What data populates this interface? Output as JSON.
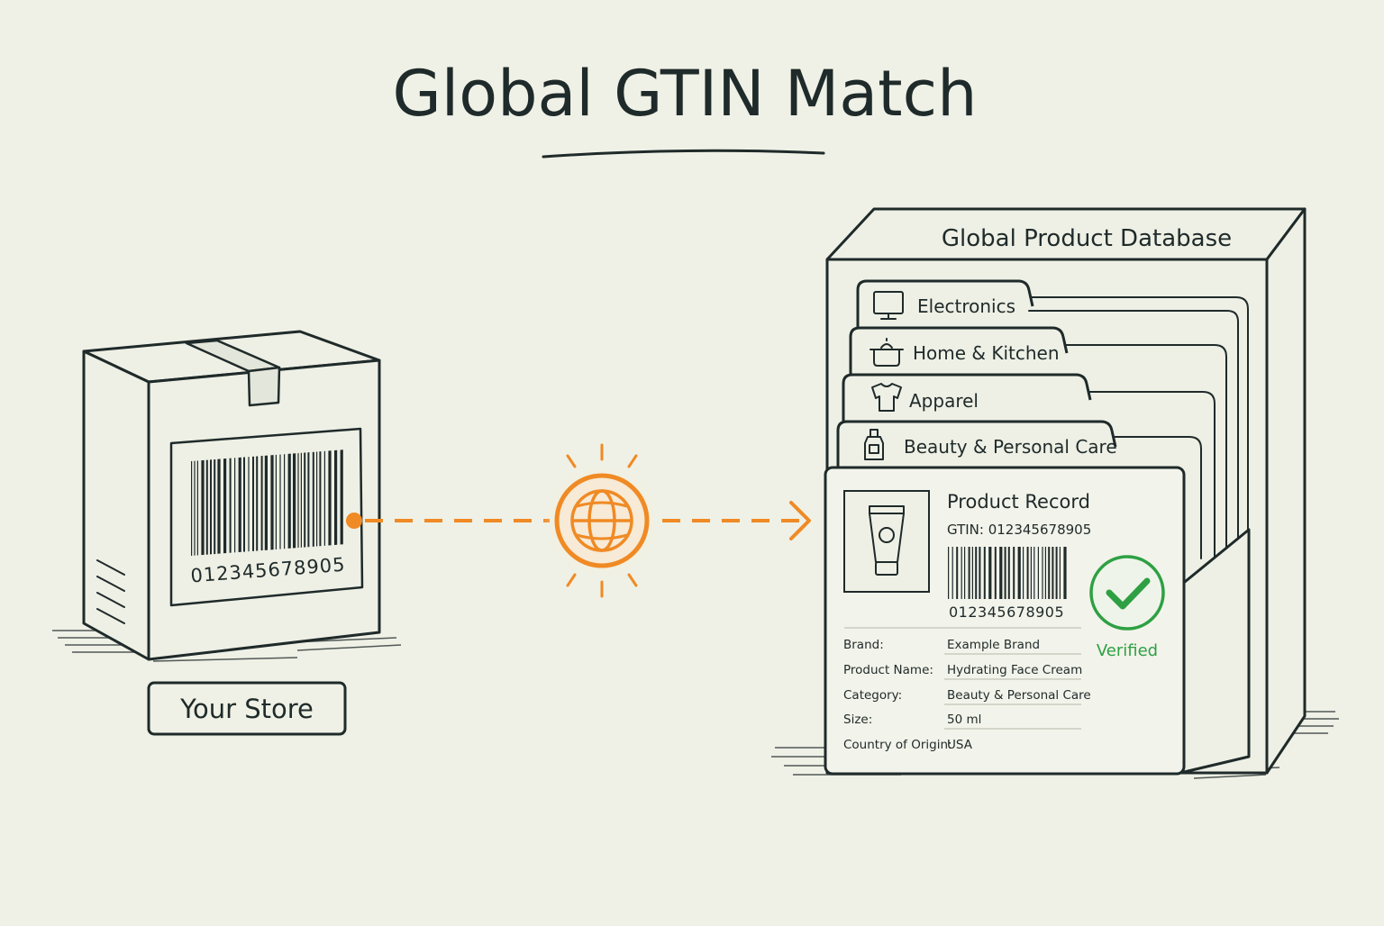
{
  "title": "Global GTIN Match",
  "store": {
    "barcode_number": "012345678905",
    "label": "Your Store"
  },
  "connector": {
    "icon": "globe-icon",
    "accent_color": "#f08a24"
  },
  "database": {
    "title": "Global Product Database",
    "categories": [
      {
        "label": "Electronics",
        "icon": "monitor-icon"
      },
      {
        "label": "Home & Kitchen",
        "icon": "cooking-pot-icon"
      },
      {
        "label": "Apparel",
        "icon": "tshirt-icon"
      },
      {
        "label": "Beauty & Personal Care",
        "icon": "bottle-icon"
      }
    ]
  },
  "record": {
    "title": "Product Record",
    "gtin_line": "GTIN: 012345678905",
    "barcode_number": "012345678905",
    "verified_label": "Verified",
    "verified_color": "#2ea043",
    "product_icon": "tube-icon",
    "fields": [
      {
        "label": "Brand:",
        "value": "Example Brand"
      },
      {
        "label": "Product Name:",
        "value": "Hydrating Face Cream"
      },
      {
        "label": "Category:",
        "value": "Beauty & Personal Care"
      },
      {
        "label": "Size:",
        "value": "50 ml"
      },
      {
        "label": "Country of Origin:",
        "value": "USA"
      }
    ]
  }
}
